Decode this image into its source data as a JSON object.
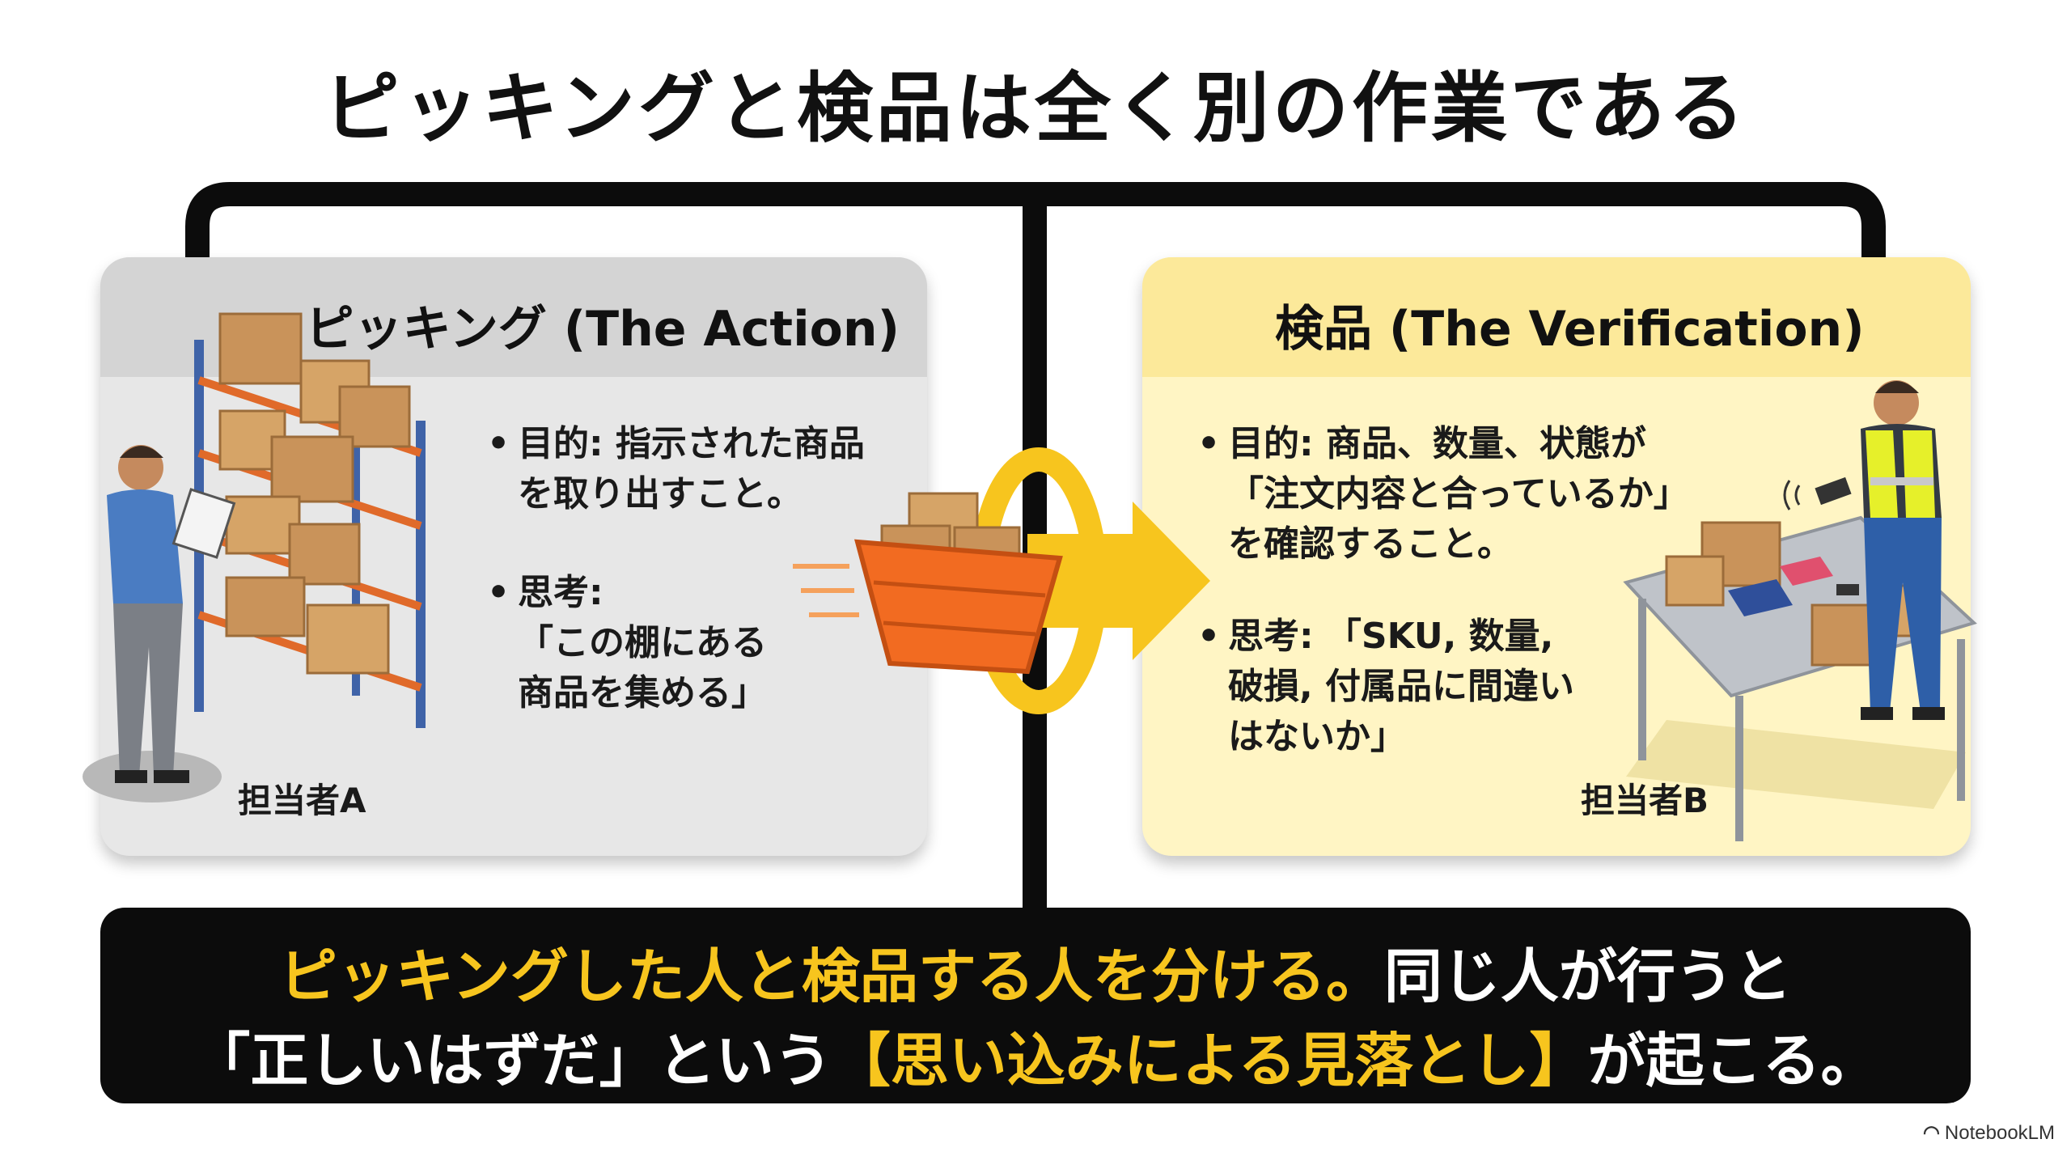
{
  "title": "ピッキングと検品は全く別の作業である",
  "left_panel": {
    "title": "ピッキング (The Action)",
    "purpose_lines": [
      "目的: 指示された商品",
      "を取り出すこと。"
    ],
    "thought_lines": [
      "思考:",
      "「この棚にある",
      "商品を集める」"
    ],
    "person_label": "担当者A"
  },
  "right_panel": {
    "title": "検品 (The Verification)",
    "purpose_lines": [
      "目的: 商品、数量、状態が",
      "「注文内容と合っているか」",
      "を確認すること。"
    ],
    "thought_lines": [
      "思考: 「SKU, 数量,",
      "破損, 付属品に間違い",
      "はないか」"
    ],
    "person_label": "担当者B"
  },
  "banner": {
    "line1_highlight": "ピッキングした人と検品する人を分ける。",
    "line1_rest": "同じ人が行うと",
    "line2_start": "「正しいはずだ」という",
    "line2_highlight": "【思い込みによる見落とし】",
    "line2_end": "が起こる。"
  },
  "brand": {
    "icon": "notebooklm-logo-icon",
    "text": "NotebookLM"
  },
  "colors": {
    "accent_yellow": "#f7c51e",
    "left_panel_bg": "#e7e7e7",
    "right_panel_bg": "#fff5c4",
    "banner_bg": "#0c0c0c",
    "basket_orange": "#f26b21"
  }
}
